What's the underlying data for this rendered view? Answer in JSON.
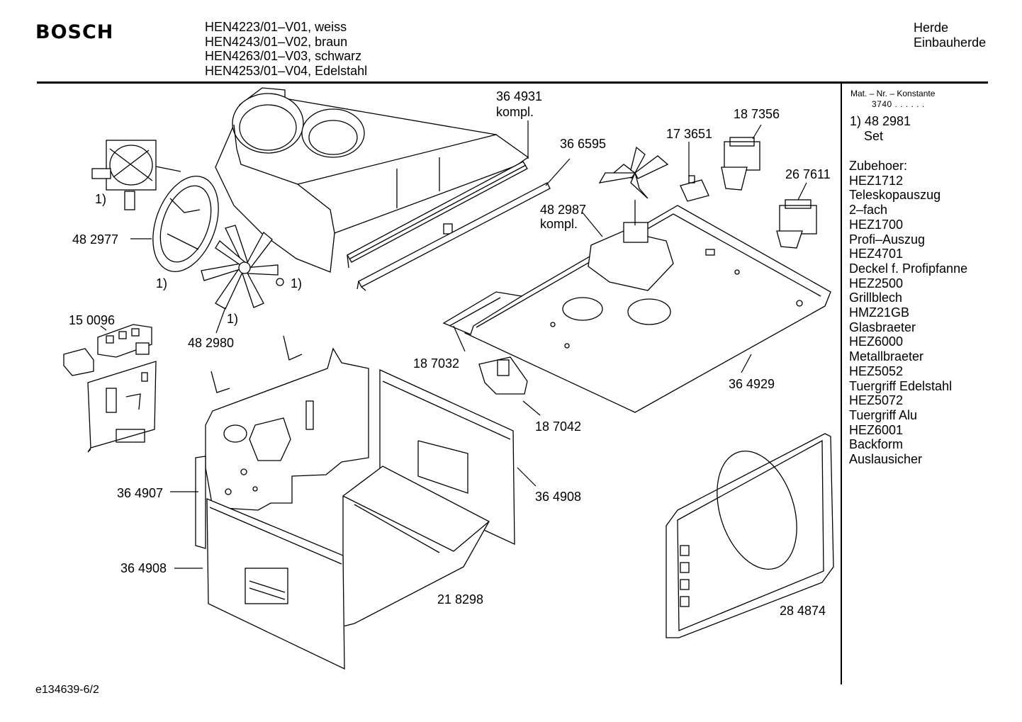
{
  "brand": "BOSCH",
  "models": [
    "HEN4223/01–V01, weiss",
    "HEN4243/01–V02, braun",
    "HEN4263/01–V03, schwarz",
    "HEN4253/01–V04, Edelstahl"
  ],
  "category": [
    "Herde",
    "Einbauherde"
  ],
  "sidebar": {
    "header": "Mat. – Nr. – Konstante",
    "constant": "3740 . . . . . .",
    "note_number": "1) 48 2981",
    "note_text": "Set",
    "items": [
      "Zubehoer:",
      "HEZ1712",
      "Teleskopauszug",
      "2–fach",
      "HEZ1700",
      "Profi–Auszug",
      "HEZ4701",
      "Deckel f. Profipfanne",
      "HEZ2500",
      "Grillblech",
      "HMZ21GB",
      "Glasbraeter",
      "HEZ6000",
      "Metallbraeter",
      "HEZ5052",
      "Tuergriff Edelstahl",
      "HEZ5072",
      "Tuergriff Alu",
      "HEZ6001",
      "Backform",
      "Auslausicher"
    ]
  },
  "labels": {
    "p364931": "36 4931",
    "kompl1": "kompl.",
    "p366595": "36 6595",
    "p187356": "18 7356",
    "p173651": "17 3651",
    "p267611": "26 7611",
    "p482987": "48 2987",
    "kompl2": "kompl.",
    "note_fan": "1)",
    "p482977": "48 2977",
    "note_a": "1)",
    "note_b": "1)",
    "note_c": "1)",
    "p150096": "15 0096",
    "p482980": "48 2980",
    "p187032": "18 7032",
    "p364929": "36 4929",
    "p187042": "18 7042",
    "p364907": "36 4907",
    "p364908a": "36 4908",
    "p364908b": "36 4908",
    "p218298": "21 8298",
    "p284874": "28 4874"
  },
  "doc_id": "e134639-6/2"
}
